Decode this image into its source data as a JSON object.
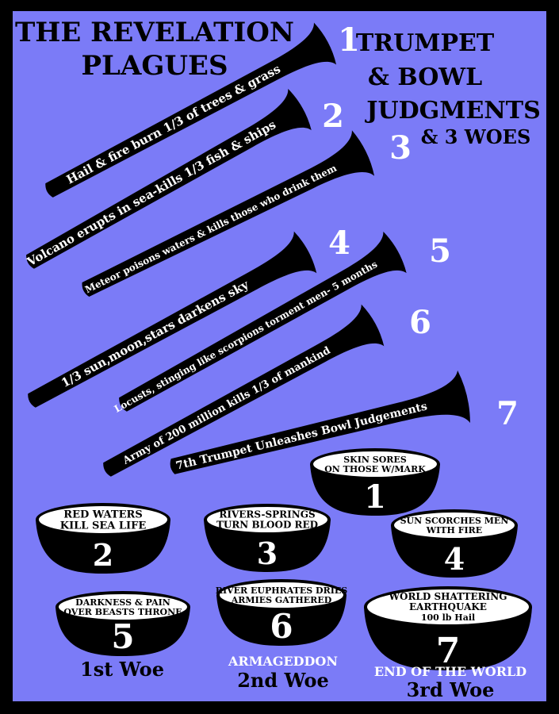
{
  "title": {
    "line1": "THE REVELATION",
    "line2": "PLAGUES"
  },
  "subtitle": {
    "line1": "TRUMPET",
    "line2": "& BOWL",
    "line3": "JUDGMENTS",
    "line4": "& 3 WOES"
  },
  "colors": {
    "background": "#7b7bf7",
    "frame": "#000000",
    "trumpet": "#000000",
    "trumpet_text": "#ffffff",
    "bowl_rim": "#ffffff",
    "bowl_body": "#000000"
  },
  "trumpets": [
    {
      "number": "1",
      "text": "Hail & fire burn 1/3 of trees & grass"
    },
    {
      "number": "2",
      "text": "Volcano erupts in sea-kills 1/3 fish & ships"
    },
    {
      "number": "3",
      "text": "Meteor poisons waters & kills those who drink them"
    },
    {
      "number": "4",
      "text": "1/3 sun,moon,stars darkens sky"
    },
    {
      "number": "5",
      "text": "Locusts, stinging like scorpions torment men- 5 months"
    },
    {
      "number": "6",
      "text": "Army of 200 million kills 1/3 of mankind"
    },
    {
      "number": "7",
      "text": "7th Trumpet Unleashes Bowl Judgements"
    }
  ],
  "bowls": [
    {
      "number": "1",
      "line1": "SKIN SORES",
      "line2": "ON THOSE W/MARK",
      "line3": ""
    },
    {
      "number": "2",
      "line1": "RED WATERS",
      "line2": "KILL SEA LIFE",
      "line3": ""
    },
    {
      "number": "3",
      "line1": "RIVERS-SPRINGS",
      "line2": "TURN BLOOD RED",
      "line3": ""
    },
    {
      "number": "4",
      "line1": "SUN SCORCHES MEN",
      "line2": "WITH FIRE",
      "line3": ""
    },
    {
      "number": "5",
      "line1": "DARKNESS & PAIN",
      "line2": "OVER BEASTS THRONE",
      "line3": ""
    },
    {
      "number": "6",
      "line1": "RIVER EUPHRATES DRIES",
      "line2": "ARMIES GATHERED",
      "line3": ""
    },
    {
      "number": "7",
      "line1": "WORLD SHATTERING",
      "line2": "EARTHQUAKE",
      "line3": "100 lb Hail"
    }
  ],
  "woes": {
    "woe1": "1st Woe",
    "armageddon": "ARMAGEDDON",
    "woe2": "2nd Woe",
    "end": "END OF THE WORLD",
    "woe3": "3rd Woe"
  }
}
